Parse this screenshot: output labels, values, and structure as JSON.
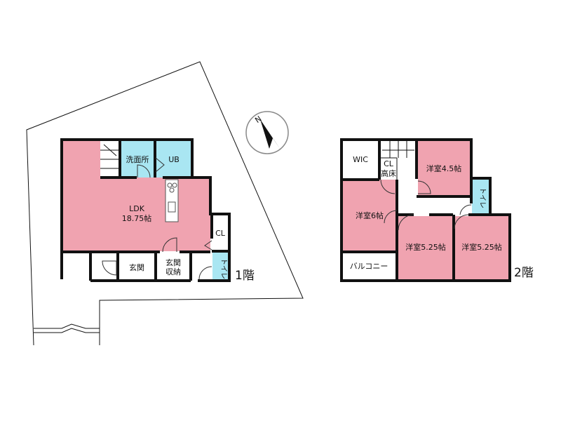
{
  "colors": {
    "room_pink": "#f0a3b0",
    "wet_blue": "#a9e6f2",
    "wall": "#111111",
    "background": "#ffffff"
  },
  "compass": {
    "north_label": "N",
    "icon": "compass-icon"
  },
  "floor1": {
    "floor_label": "1階",
    "rooms": {
      "ldk": "LDK",
      "ldk_size": "18.75帖",
      "washroom": "洗面所",
      "bath": "UB",
      "closet": "CL",
      "entrance": "玄関",
      "entrance_storage_1": "玄関",
      "entrance_storage_2": "収納",
      "toilet": "トイレ"
    }
  },
  "floor2": {
    "floor_label": "2階",
    "rooms": {
      "wic": "WIC",
      "cl": "CL",
      "high_floor": "高床",
      "room_45": "洋室4.5帖",
      "toilet": "トイレ",
      "room_6": "洋室6帖",
      "room_525_a": "洋室5.25帖",
      "room_525_b": "洋室5.25帖",
      "balcony": "バルコニー"
    }
  }
}
